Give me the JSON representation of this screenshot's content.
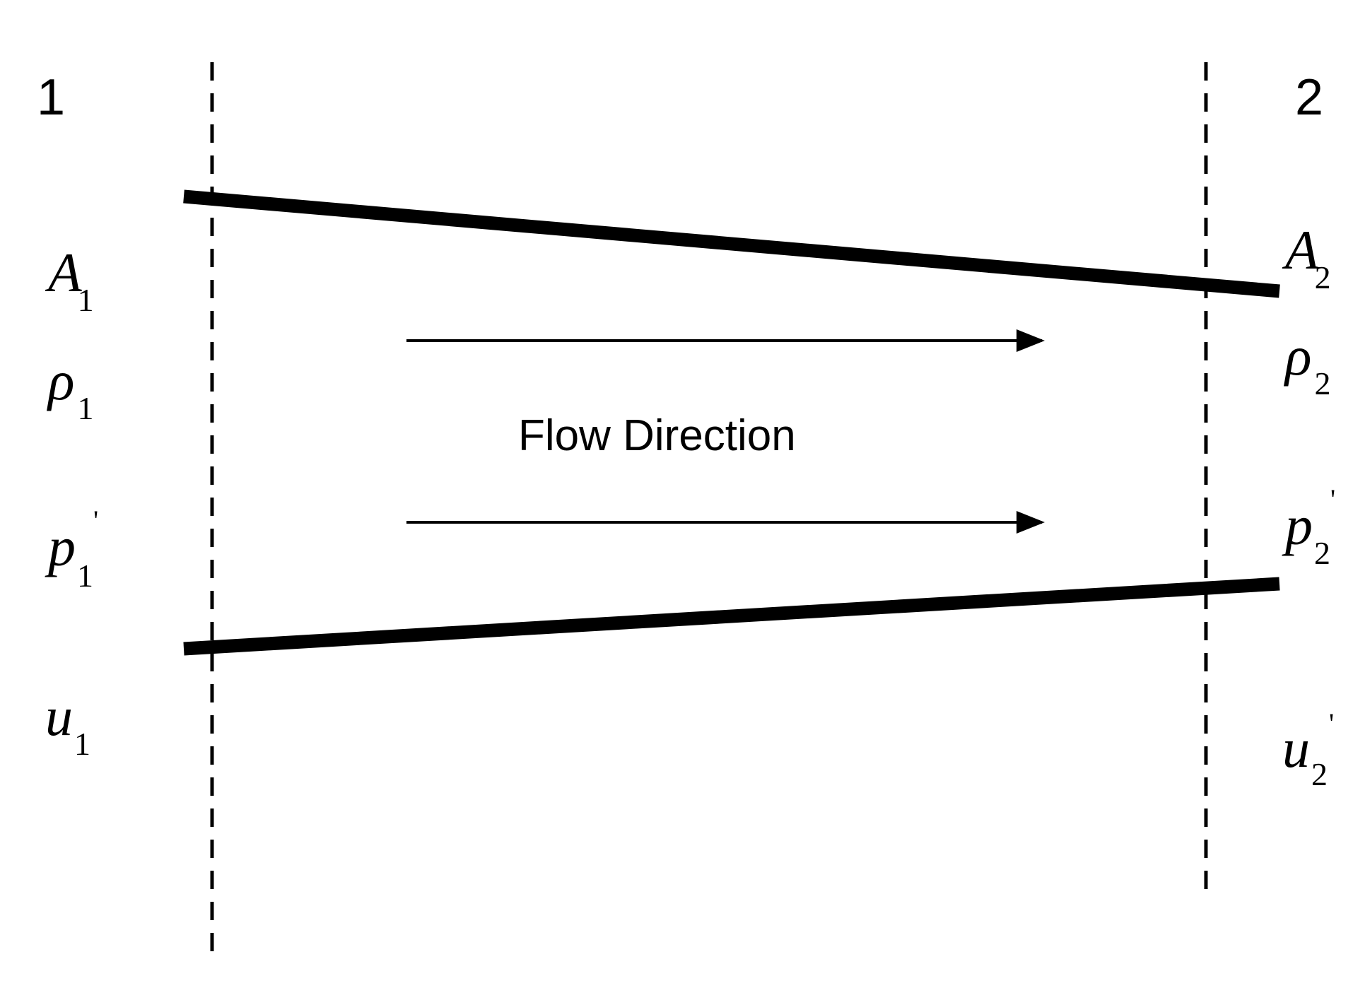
{
  "stations": {
    "inlet_label": "1",
    "outlet_label": "2"
  },
  "flow": {
    "label": "Flow Direction"
  },
  "inlet": {
    "area": {
      "symbol": "A",
      "sub": "1",
      "prime": ""
    },
    "density": {
      "symbol": "ρ",
      "sub": "1",
      "prime": ""
    },
    "pressure": {
      "symbol": "p",
      "sub": "1",
      "prime": "'"
    },
    "velocity": {
      "symbol": "u",
      "sub": "1",
      "prime": ""
    }
  },
  "outlet": {
    "area": {
      "symbol": "A",
      "sub": "2",
      "prime": ""
    },
    "density": {
      "symbol": "ρ",
      "sub": "2",
      "prime": ""
    },
    "pressure": {
      "symbol": "p",
      "sub": "2",
      "prime": "'"
    },
    "velocity": {
      "symbol": "u",
      "sub": "2",
      "prime": "'"
    }
  },
  "colors": {
    "ink": "#000000",
    "background": "#ffffff"
  }
}
